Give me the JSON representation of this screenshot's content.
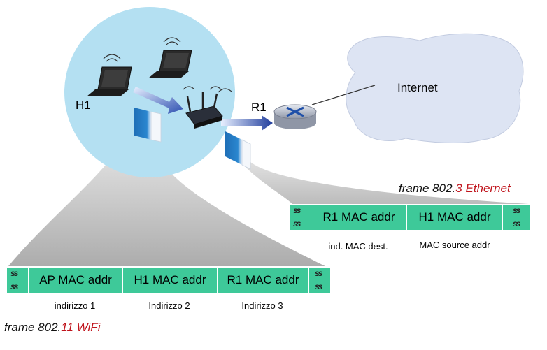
{
  "labels": {
    "host": "H1",
    "router": "R1",
    "cloud": "Internet"
  },
  "wifi_frame": {
    "fields": [
      "AP MAC addr",
      "H1 MAC addr",
      "R1 MAC addr"
    ],
    "sublabels": [
      "indirizzo 1",
      "Indirizzo 2",
      "Indirizzo 3"
    ],
    "caption_prefix": "frame 802.",
    "caption_highlight": "11 WiFi"
  },
  "eth_frame": {
    "fields": [
      "R1 MAC addr",
      "H1 MAC addr"
    ],
    "sublabels": [
      "ind. MAC dest.",
      "MAC source addr"
    ],
    "caption_prefix": "frame 802.",
    "caption_highlight": "3 Ethernet"
  },
  "colors": {
    "bss_circle": "#b4e0f2",
    "frame_fill": "#3ec999",
    "caption_highlight": "#c0141c",
    "packet_blue": "#1f6fb7",
    "cloud": "#dde4f3"
  },
  "icons": [
    "laptop-icon",
    "wireless-ap-icon",
    "router-icon",
    "cloud-icon",
    "packet-icon"
  ]
}
